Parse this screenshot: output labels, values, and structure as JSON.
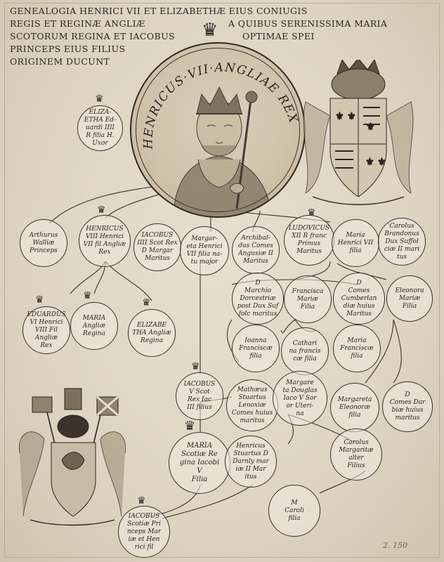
{
  "header": {
    "lines": [
      "GENEALOGIA HENRICI VII ET ELIZABETHÆ EIUS CONIUGIS",
      "REGIS ET REGINÆ ANGLIÆ",
      "A QUIBUS SERENISSIMA MARIA",
      "SCOTORUM REGINA ET IACOBUS",
      "OPTIMAE SPEI",
      "PRINCEPS EIUS FILIUS",
      "ORIGINEM DUCUNT"
    ]
  },
  "portrait": {
    "legend": "HENRICUS·VII·ANGLIAE REX"
  },
  "medallions": [
    {
      "id": "elizabeth",
      "text": "ELIZA-\nETHA Ed-\nuardi IIII\nR filia H.\nUxor"
    },
    {
      "id": "arthurus",
      "text": "Arthurus\nWalliæ\nPrinceps"
    },
    {
      "id": "henricus-viii",
      "text": "HENRICUS\nVIII Henrici\nVII fil Angliæ\nRex"
    },
    {
      "id": "iacobus-iiii",
      "text": "IACOBUS\nIIII Scot Rex\nD Margar\nMaritus"
    },
    {
      "id": "margareta",
      "text": "Margar-\neta Henrici\nVII filia na-\ntu major"
    },
    {
      "id": "archibaldus",
      "text": "Archibal-\ndus Comes\nAngusiæ II\nMaritus"
    },
    {
      "id": "ludovicus",
      "text": "LUDOVICUS\nXII R franc\nPrimus\nMaritus"
    },
    {
      "id": "maria-henrici",
      "text": "Maria\nHenrici VII\nfilia"
    },
    {
      "id": "carolus-brandon",
      "text": "Carolus\nBrandonus\nDux Suffol\nciæ II mari\ntus"
    },
    {
      "id": "eduardus",
      "text": "EDUARDUS\nVI Henrici\nVIII Fil Angliæ\nRex"
    },
    {
      "id": "maria-regina",
      "text": "MARIA\nAngliæ\nRegina"
    },
    {
      "id": "elizabetha-regina",
      "text": "ELIZABE\nTHA Angliæ\nRegina"
    },
    {
      "id": "marchio",
      "text": "D\nMarchio\nDorcestriæ\npost Dux Suf\nfolc maritus"
    },
    {
      "id": "francisca",
      "text": "Francisca\nMariæ\nFilia"
    },
    {
      "id": "comes-cumberland",
      "text": "D\nComes\nCumberlan\ndiæ huius\nMaritus"
    },
    {
      "id": "eleonora",
      "text": "Eleonora\nMariæ\nFilia"
    },
    {
      "id": "ioanna",
      "text": "Ioanna\nFranciscæ\nfilia"
    },
    {
      "id": "catharina",
      "text": "Cathari\nna francis\ncæ filia"
    },
    {
      "id": "maria-franc",
      "text": "Maria\nFranciscæ\nfilia"
    },
    {
      "id": "iacobus-v",
      "text": "IACOBUS\nV Scot\nRex Iac\nIII filius"
    },
    {
      "id": "mathaeus",
      "text": "Mathæus\nStuartus\nLenoxiæ\nComes huius\nmaritus"
    },
    {
      "id": "margareta-douglas",
      "text": "Margare\nta Douglas\nIaco V Sor\nor Uteri-\nna"
    },
    {
      "id": "margareta-eleonorae",
      "text": "Margareta\nEleonoræ\nfilia"
    },
    {
      "id": "comes-darbiae",
      "text": "D\nComes Dar\nbiæ huius\nmaritus"
    },
    {
      "id": "maria-scotiae",
      "text": "MARIA\nScotiæ Re\ngina Iacobi\nV\nFilia"
    },
    {
      "id": "henricus-stuartus",
      "text": "Henricus\nStuartus D\nDarnly mar\niæ II Mar\nitus"
    },
    {
      "id": "carolus-margaritae",
      "text": "Carolus\nMargaritæ\nalter\nFilius"
    },
    {
      "id": "iacobus-scotiae",
      "text": "IACOBUS\nScotiæ Pri\nnceps Mar\niæ et Hen\nrici fil"
    },
    {
      "id": "m-caroli",
      "text": "M\nCaroli\nfilia"
    }
  ],
  "catalog_mark": "2. 150"
}
